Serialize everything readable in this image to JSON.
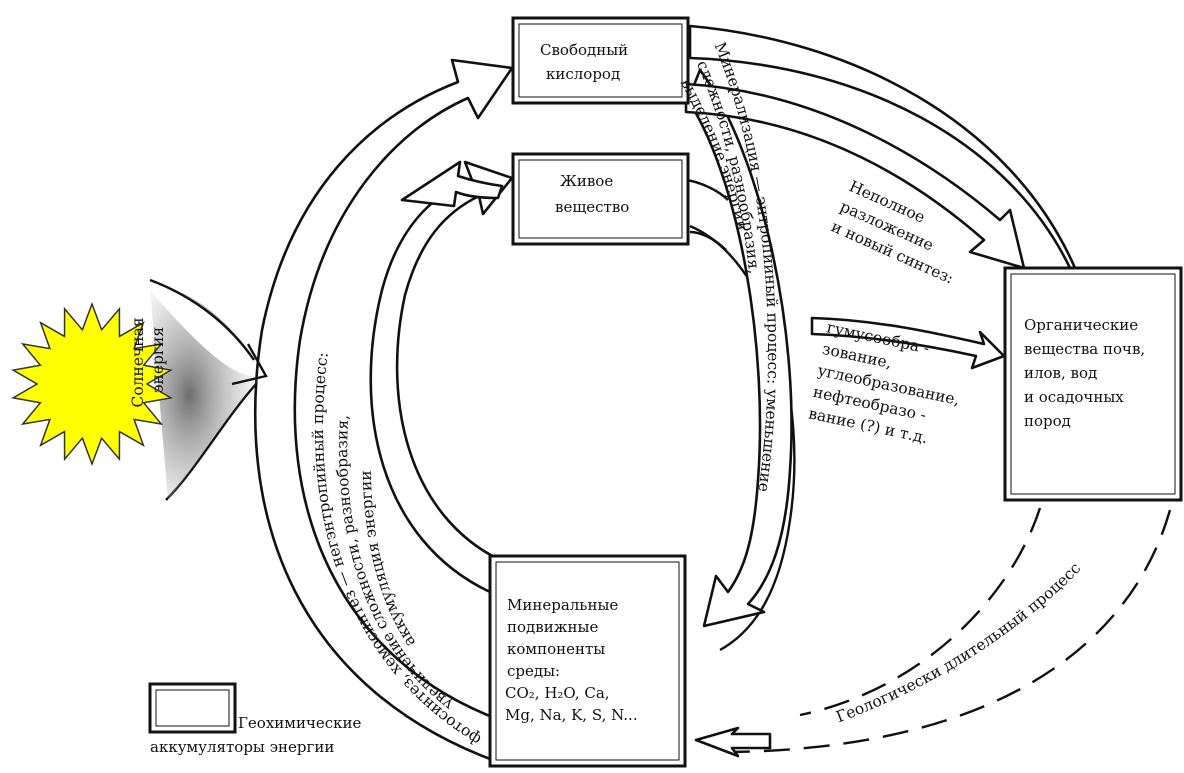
{
  "boxes": {
    "free_oxygen": [
      "Свободный",
      "кислород"
    ],
    "living_matter": [
      "Живое",
      "вещество"
    ],
    "organic_matter": [
      "Органические",
      "вещества почв,",
      "илов, вод",
      "и осадочных",
      "пород"
    ],
    "mineral_components": [
      "Минеральные",
      "подвижные",
      "компоненты",
      "среды:",
      "CO₂, H₂O, Ca,",
      "Mg, Na, K, S, N..."
    ]
  },
  "labels": {
    "solar_energy": [
      "Солнечная",
      "энергия"
    ],
    "photosynthesis": [
      "фотосинтез, хемосинтез — негэнтропийный процесс:",
      "увеличение сложности, разнообразия,",
      "аккумуляция энергии"
    ],
    "mineralization": [
      "Минерализация — энтропийный процесс: уменьшение",
      "сложности, разнообразия,",
      "выделение энергии"
    ],
    "incomplete_decomposition": [
      "Неполное",
      "разложение",
      "и новый синтез:"
    ],
    "humus_formation": [
      "гумусообра -",
      "зование,",
      "углеобразование,",
      "нефтеобразо -",
      "вание (?) и т.д."
    ],
    "geological": "Геологически длительный процесс"
  },
  "legend": {
    "text": [
      "Геохимические",
      "аккумуляторы энергии"
    ]
  },
  "colors": {
    "sun_fill": "#ffff00",
    "ink": "#111111",
    "background": "#ffffff"
  }
}
